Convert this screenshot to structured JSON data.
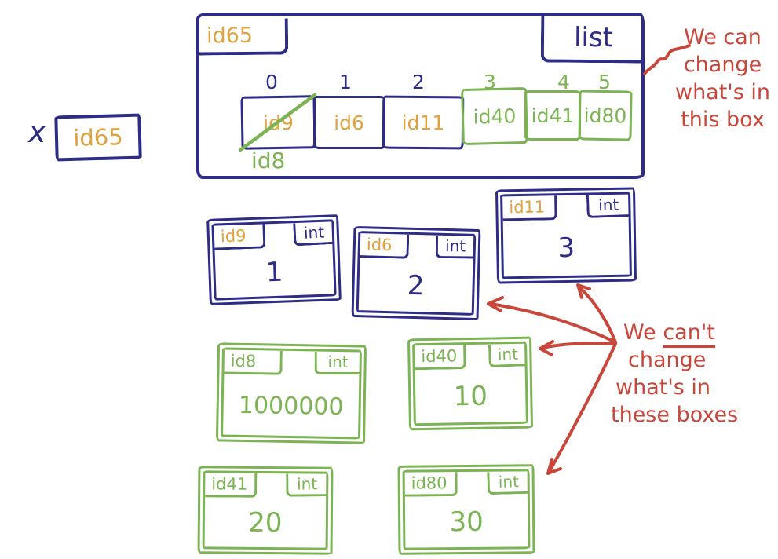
{
  "colors": {
    "navy": "#2d2c86",
    "orange": "#e0a23e",
    "green": "#7cb454",
    "red": "#c8473a"
  },
  "variable": {
    "name": "x",
    "ref": "id65"
  },
  "list_box": {
    "id_label": "id65",
    "type_label": "list",
    "indices": [
      "0",
      "1",
      "2",
      "3",
      "4",
      "5"
    ],
    "cells": [
      {
        "label": "id9",
        "crossed_out": true,
        "replacement": "id8"
      },
      {
        "label": "id6"
      },
      {
        "label": "id11"
      },
      {
        "label": "id40"
      },
      {
        "label": "id41"
      },
      {
        "label": "id80"
      }
    ]
  },
  "objects": [
    {
      "id": "id9",
      "type": "int",
      "value": "1"
    },
    {
      "id": "id6",
      "type": "int",
      "value": "2"
    },
    {
      "id": "id11",
      "type": "int",
      "value": "3"
    },
    {
      "id": "id8",
      "type": "int",
      "value": "1000000"
    },
    {
      "id": "id40",
      "type": "int",
      "value": "10"
    },
    {
      "id": "id41",
      "type": "int",
      "value": "20"
    },
    {
      "id": "id80",
      "type": "int",
      "value": "30"
    }
  ],
  "annotations": {
    "can_change": {
      "line1": "We can",
      "line2": "change",
      "line3": "what's in",
      "line4": "this box"
    },
    "cant_change": {
      "prefix": "We",
      "underlined": "can't",
      "line2": "change",
      "line3": "what's in",
      "line4": "these boxes"
    }
  }
}
